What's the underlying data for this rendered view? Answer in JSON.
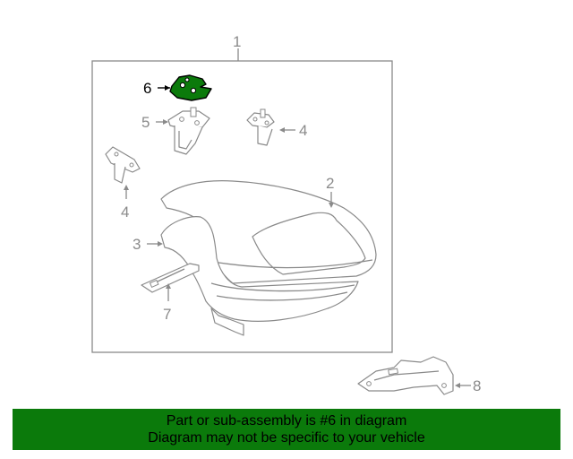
{
  "callouts": {
    "c1": "1",
    "c2": "2",
    "c3": "3",
    "c4a": "4",
    "c4b": "4",
    "c5": "5",
    "c6": "6",
    "c7": "7",
    "c8": "8"
  },
  "banner": {
    "line1": "Part or sub-assembly is #6 in diagram",
    "line2": "Diagram may not be specific to your vehicle"
  },
  "colors": {
    "highlight_part": "#0b7a0b",
    "banner_bg": "#0b7a0b",
    "line_gray": "#8a8a8a"
  }
}
